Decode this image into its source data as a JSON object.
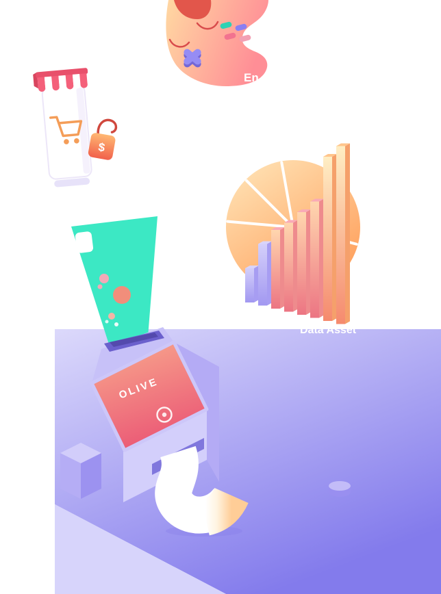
{
  "illustration": {
    "labels": {
      "entertainment": "En",
      "data_asset": "Data Asset",
      "machine_name": "OLIVE",
      "dollar": "$"
    },
    "colors": {
      "platform_light": "#dcd9fb",
      "platform_dark": "#837bec",
      "platform_front_face": "#d7d4fb",
      "beam_teal": "#3ce8c4",
      "screen_gradient_top": "#f9ab8e",
      "screen_gradient_bottom": "#eb5a76",
      "palette_gradient_left": "#ffd8a2",
      "palette_gradient_right": "#ff8e96",
      "pie_gradient_light": "#ffe2b4",
      "pie_gradient_dark": "#ff9b56",
      "badge_gradient_top": "#ffb873",
      "badge_gradient_bottom": "#f1604b",
      "accent_red": "#e2564b",
      "awning_pink": "#f4607a",
      "cart_orange": "#f49d58",
      "machine_body_purple": "#b4abf5",
      "bubble_pink": "#f3a9b7",
      "bubble_salmon": "#f18e7b"
    },
    "bar_chart": {
      "values": [
        50,
        90,
        115,
        130,
        150,
        170,
        240,
        260
      ],
      "palette": [
        "purple",
        "purple",
        "pink",
        "pink",
        "pink",
        "pink",
        "orange",
        "orange"
      ]
    },
    "pie": {
      "spoke_angles_deg": [
        100,
        40,
        -15,
        -60,
        -130,
        135,
        175
      ]
    }
  }
}
